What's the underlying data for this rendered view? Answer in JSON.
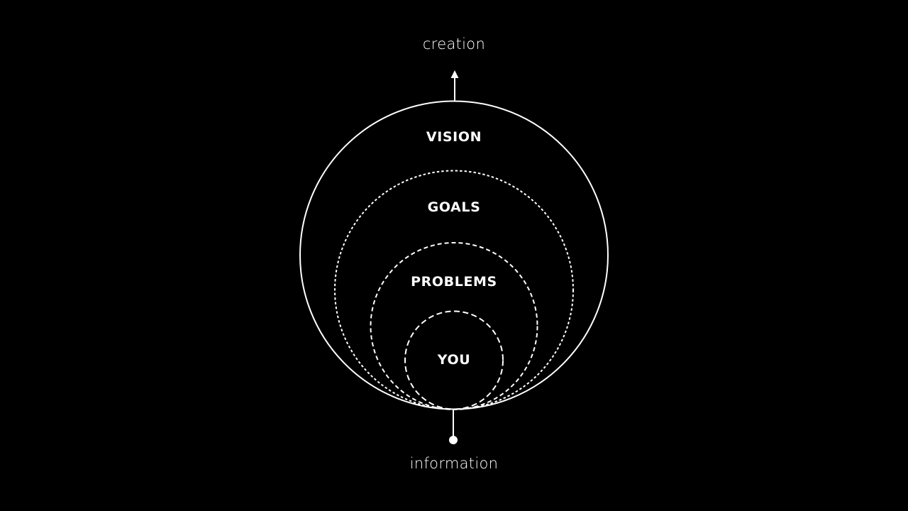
{
  "diagram": {
    "background": "#000000",
    "foreground": "#ffffff",
    "top_label": "creation",
    "bottom_label": "information",
    "rings": [
      {
        "label": "VISION",
        "style": "solid"
      },
      {
        "label": "GOALS",
        "style": "dashed"
      },
      {
        "label": "PROBLEMS",
        "style": "dashed"
      },
      {
        "label": "YOU",
        "style": "dashed"
      }
    ],
    "top_connector": "arrow-up",
    "bottom_connector": "dot"
  }
}
